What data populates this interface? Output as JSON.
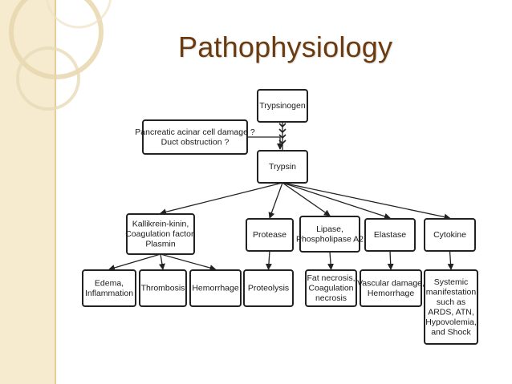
{
  "slide": {
    "title": "Pathophysiology",
    "colors": {
      "title": "#6b3a0e",
      "sidebar": "#f6ebcf",
      "accent": "#e4cf98"
    }
  },
  "diagram": {
    "nodes": [
      {
        "id": "trypsinogen",
        "lines": [
          "Trypsinogen"
        ]
      },
      {
        "id": "cause",
        "lines": [
          "Pancreatic acinar cell damage ?",
          "Duct obstruction ?"
        ]
      },
      {
        "id": "trypsin",
        "lines": [
          "Trypsin"
        ]
      },
      {
        "id": "kallikrein",
        "lines": [
          "Kallikrein-kinin,",
          "Coagulation factor,",
          "Plasmin"
        ]
      },
      {
        "id": "protease",
        "lines": [
          "Protease"
        ]
      },
      {
        "id": "lipase",
        "lines": [
          "Lipase,",
          "Phospholipase A2"
        ]
      },
      {
        "id": "elastase",
        "lines": [
          "Elastase"
        ]
      },
      {
        "id": "cytokine",
        "lines": [
          "Cytokine"
        ]
      },
      {
        "id": "edema",
        "lines": [
          "Edema,",
          "Inflammation"
        ]
      },
      {
        "id": "thrombosis",
        "lines": [
          "Thrombosis"
        ]
      },
      {
        "id": "hemorrhage",
        "lines": [
          "Hemorrhage"
        ]
      },
      {
        "id": "proteolysis",
        "lines": [
          "Proteolysis"
        ]
      },
      {
        "id": "fatnecrosis",
        "lines": [
          "Fat necrosis,",
          "Coagulation",
          "necrosis"
        ]
      },
      {
        "id": "vascular",
        "lines": [
          "Vascular damage,",
          "Hemorrhage"
        ]
      },
      {
        "id": "systemic",
        "lines": [
          "Systemic",
          "manifestation",
          "such as",
          "ARDS, ATN,",
          "Hypovolemia,",
          "and Shock"
        ]
      }
    ],
    "edges": [
      [
        "trypsinogen",
        "trypsin"
      ],
      [
        "cause",
        "trypsin"
      ],
      [
        "trypsin",
        "kallikrein"
      ],
      [
        "trypsin",
        "protease"
      ],
      [
        "trypsin",
        "lipase"
      ],
      [
        "trypsin",
        "elastase"
      ],
      [
        "trypsin",
        "cytokine"
      ],
      [
        "kallikrein",
        "edema"
      ],
      [
        "kallikrein",
        "thrombosis"
      ],
      [
        "kallikrein",
        "hemorrhage"
      ],
      [
        "protease",
        "proteolysis"
      ],
      [
        "lipase",
        "fatnecrosis"
      ],
      [
        "elastase",
        "vascular"
      ],
      [
        "cytokine",
        "systemic"
      ]
    ]
  }
}
